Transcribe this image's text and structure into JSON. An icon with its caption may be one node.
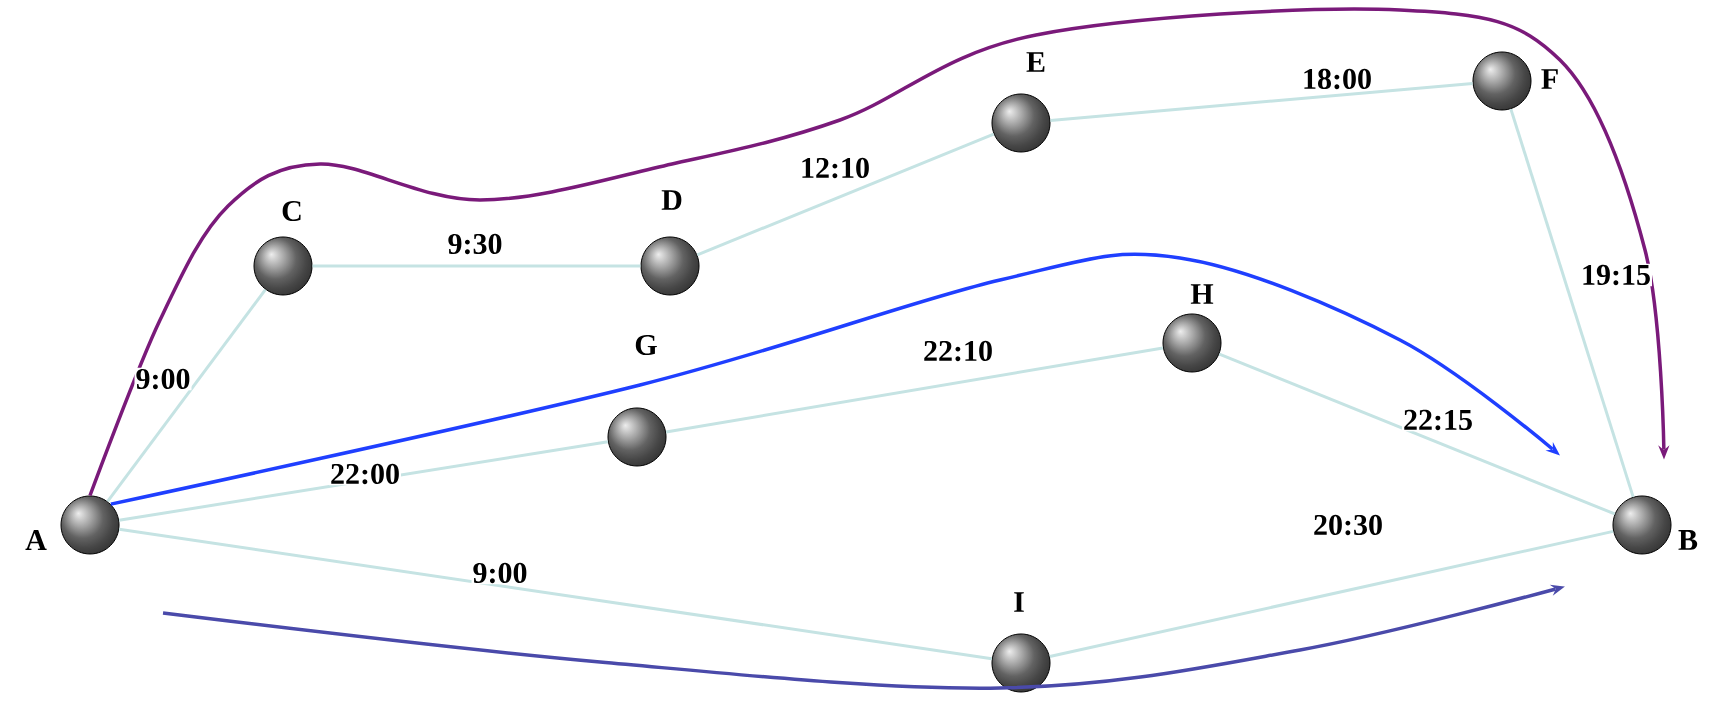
{
  "diagram": {
    "nodes": [
      {
        "text": [
          "A"
        ]
      },
      {
        "text": [
          "B"
        ]
      },
      {
        "text": [
          "C"
        ]
      },
      {
        "text": [
          "D"
        ]
      },
      {
        "text": [
          "E"
        ]
      },
      {
        "text": [
          "F"
        ]
      },
      {
        "text": [
          "G"
        ]
      },
      {
        "text": [
          "H"
        ]
      },
      {
        "text": [
          "I"
        ]
      }
    ],
    "edges": [
      {
        "from": 0,
        "to": 2,
        "arrow": "none",
        "label": "9:00"
      },
      {
        "from": 2,
        "to": 3,
        "arrow": "none",
        "label": "9:30"
      },
      {
        "from": 3,
        "to": 4,
        "arrow": "none",
        "label": "12:10"
      },
      {
        "from": 4,
        "to": 5,
        "arrow": "none",
        "label": "18:00"
      },
      {
        "from": 5,
        "to": 1,
        "arrow": "none",
        "label": "19:15"
      },
      {
        "from": 0,
        "to": 6,
        "arrow": "none",
        "label": "22:00"
      },
      {
        "from": 6,
        "to": 7,
        "arrow": "none",
        "label": "22:10"
      },
      {
        "from": 7,
        "to": 1,
        "arrow": "none",
        "label": "22:15"
      },
      {
        "from": 0,
        "to": 8,
        "arrow": "none",
        "label": "9:00"
      },
      {
        "from": 8,
        "to": 1,
        "arrow": "none",
        "label": "20:30"
      },
      {
        "from": 0,
        "to": 1,
        "arrow": "to",
        "color": "#7a1a7a"
      },
      {
        "from": 0,
        "to": 1,
        "arrow": "to",
        "color": "#1f3fff"
      },
      {
        "from": null,
        "to": 1,
        "arrow": "to",
        "color": "#4a4aaa"
      }
    ]
  }
}
